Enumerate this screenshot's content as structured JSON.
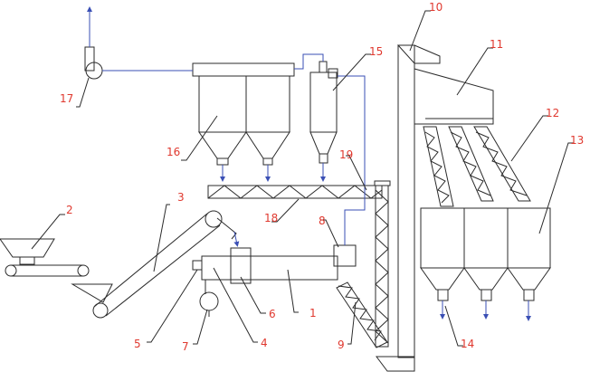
{
  "colors": {
    "line": "#2b2b2b",
    "label": "#e0392f",
    "flow": "#3a4fb5"
  },
  "labels": {
    "l1": "1",
    "l2": "2",
    "l3": "3",
    "l4": "4",
    "l5": "5",
    "l6": "6",
    "l7": "7",
    "l8": "8",
    "l9": "9",
    "l10": "10",
    "l11": "11",
    "l12": "12",
    "l13": "13",
    "l14": "14",
    "l15": "15",
    "l16": "16",
    "l17": "17",
    "l18": "18",
    "l19": "19"
  }
}
